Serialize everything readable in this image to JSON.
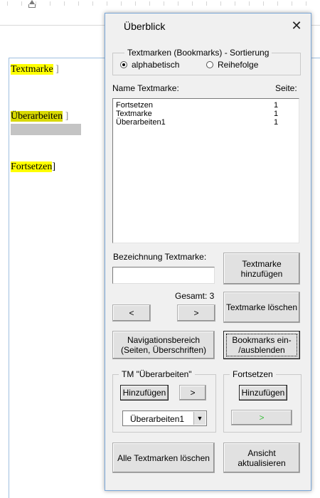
{
  "document": {
    "line1": {
      "text": "Textmarke",
      "bracket": "]"
    },
    "line2": {
      "text": "Überarbeiten",
      "bracket": "]"
    },
    "line3": {
      "text": "Fortsetzen",
      "bracket": "]"
    }
  },
  "dialog": {
    "title": "Überblick",
    "close_icon": "close-icon",
    "sort_group": {
      "legend": "Textmarken (Bookmarks) - Sortierung",
      "option_alpha": "alphabetisch",
      "option_order": "Reihefolge",
      "selected": "alphabetisch"
    },
    "list": {
      "header_name": "Name Textmarke:",
      "header_page": "Seite:",
      "rows": [
        {
          "name": "Fortsetzen",
          "page": "1"
        },
        {
          "name": "Textmarke",
          "page": "1"
        },
        {
          "name": "Überarbeiten1",
          "page": "1"
        }
      ]
    },
    "name_label": "Bezeichnung Textmarke:",
    "name_input": "",
    "total_label": "Gesamt: 3",
    "buttons": {
      "add": "Textmarke hinzufügen",
      "delete": "Textmarke löschen",
      "prev": "<",
      "next": ">",
      "nav_pane": "Navigationsbereich (Seiten, Überschriften)",
      "toggle": "Bookmarks ein- /ausblenden",
      "delete_all": "Alle Textmarken löschen",
      "refresh": "Ansicht aktualisieren"
    },
    "review_group": {
      "legend": "TM \"Überarbeiten\"",
      "add": "Hinzufügen",
      "go": ">",
      "combo_value": "Überarbeiten1"
    },
    "continue_group": {
      "legend": "Fortsetzen",
      "add": "Hinzufügen",
      "go": ">"
    }
  }
}
